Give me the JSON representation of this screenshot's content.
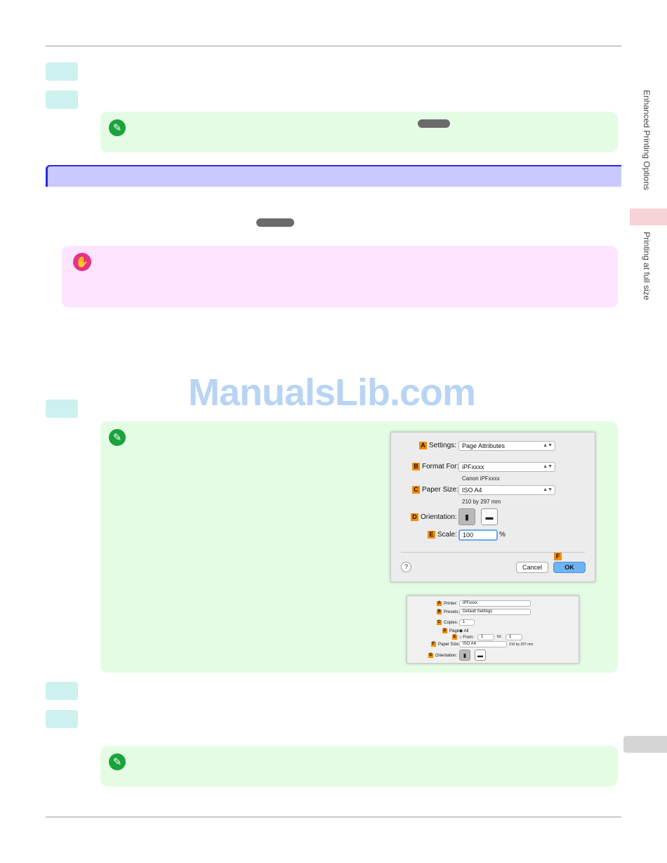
{
  "side_nav": {
    "section": "Enhanced Printing Options",
    "subsection": "Printing at full size"
  },
  "watermark": "ManualsLib.com",
  "icons": {
    "note": "pencil-note-icon",
    "important": "hand-stop-icon"
  },
  "colors": {
    "note_bg": "#e4fce4",
    "important_bg": "#ffe4ff",
    "section_bar": "#c9c9ff",
    "step_box": "#cdf1ee",
    "badge": "#f28c00"
  },
  "page_setup_dialog": {
    "rows": [
      {
        "badge": "A",
        "label": "Settings:",
        "value": "Page Attributes"
      },
      {
        "badge": "B",
        "label": "Format For:",
        "value": "iPFxxxx",
        "sub": "Canon iPFxxxx"
      },
      {
        "badge": "C",
        "label": "Paper Size:",
        "value": "ISO A4",
        "sub": "210 by 297 mm"
      }
    ],
    "orientation_label": "Orientation:",
    "orientation_badge": "D",
    "scale_badge": "E",
    "scale_label": "Scale:",
    "scale_value": "100",
    "scale_unit": "%",
    "ok_badge": "F",
    "help_glyph": "?",
    "cancel_label": "Cancel",
    "ok_label": "OK"
  },
  "print_dialog": {
    "printer": {
      "badge": "A",
      "label": "Printer:",
      "value": "iPFxxxx"
    },
    "presets": {
      "badge": "B",
      "label": "Presets:",
      "value": "Default Settings"
    },
    "copies": {
      "badge": "C",
      "label": "Copies:",
      "value": "1"
    },
    "pages": {
      "badge": "D",
      "label": "Pages:",
      "all": "All"
    },
    "range": {
      "badge": "E",
      "from_label": "From:",
      "from_value": "1",
      "to_label": "to:",
      "to_value": "1"
    },
    "paper_size": {
      "badge": "F",
      "label": "Paper Size:",
      "value": "ISO A4",
      "sub": "210 by 297 mm"
    },
    "orientation": {
      "badge": "G",
      "label": "Orientation:"
    }
  }
}
